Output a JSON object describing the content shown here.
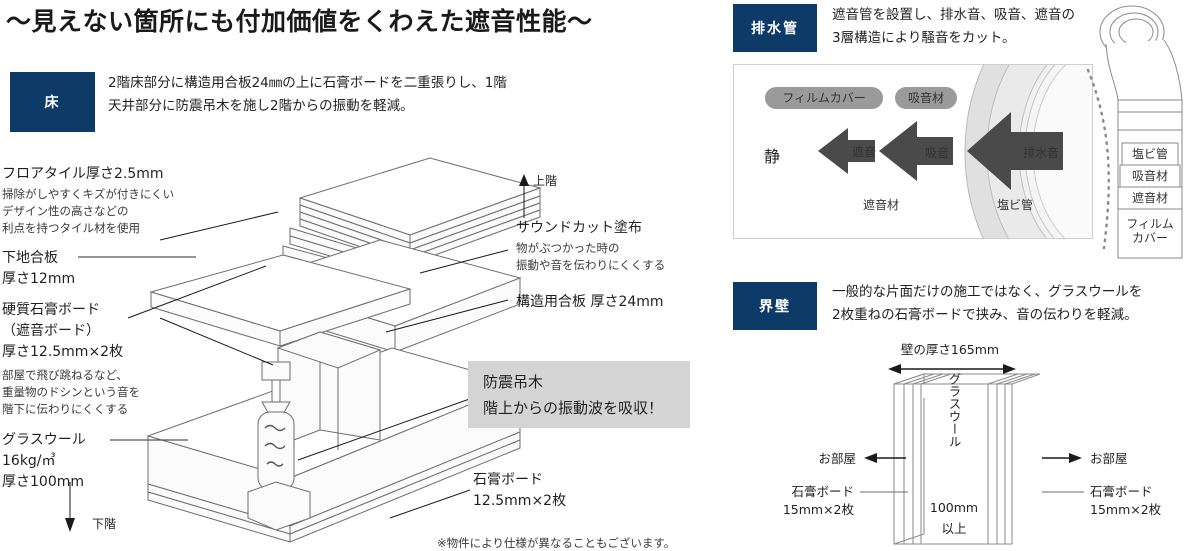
{
  "headline": "〜見えない箇所にも付加価値をくわえた遮音性能〜",
  "sections": {
    "floor": {
      "tag": "床",
      "desc_line1": "2階床部分に構造用合板24㎜の上に石膏ボードを二重張りし、1階",
      "desc_line2": "天井部分に防震吊木を施し2階からの振動を軽減。"
    },
    "pipe": {
      "tag": "排水管",
      "desc_line1": "遮音管を設置し、排水音、吸音、遮音の",
      "desc_line2": "3層構造により騒音をカット。"
    },
    "wall": {
      "tag": "界壁",
      "desc_line1": "一般的な片面だけの施工ではなく、グラスウールを",
      "desc_line2": "2枚重ねの石膏ボードで挟み、音の伝わりを軽減。"
    }
  },
  "floor_diagram": {
    "upper_arrow_label": "上階",
    "lower_arrow_label": "下階",
    "labels": {
      "floor_tile": "フロアタイル厚さ2.5mm",
      "floor_tile_sub_1": "掃除がしやすくキズが付きにくい",
      "floor_tile_sub_2": "デザイン性の高さなどの",
      "floor_tile_sub_3": "利点を持つタイル材を使用",
      "subfloor_1": "下地合板",
      "subfloor_2": "厚さ12mm",
      "hard_gypsum_1": "硬質石膏ボード",
      "hard_gypsum_2": "（遮音ボード）",
      "hard_gypsum_3": "厚さ12.5mm×2枚",
      "hard_gypsum_sub_1": "部屋で飛び跳ねるなど、",
      "hard_gypsum_sub_2": "重量物のドシンという音を",
      "hard_gypsum_sub_3": "階下に伝わりにくくする",
      "glasswool_1": "グラスウール",
      "glasswool_2": "16kg/㎥",
      "glasswool_3": "厚さ100mm",
      "soundcut": "サウンドカット塗布",
      "soundcut_sub_1": "物がぶつかった時の",
      "soundcut_sub_2": "振動や音を伝わりにくくする",
      "structural_ply": "構造用合板 厚さ24mm",
      "gypsum_1": "石膏ボード",
      "gypsum_2": "12.5mm×2枚"
    },
    "emphasis": {
      "line1": "防震吊木",
      "line2": "階上からの振動波を吸収！"
    },
    "footnote": "※物件により仕様が異なることもございます。"
  },
  "pipe_diagram": {
    "pills": [
      "フィルムカバー",
      "吸音材"
    ],
    "quiet_label": "静",
    "arrows": [
      "遮音",
      "吸音",
      "排水音"
    ],
    "bottom_labels": [
      "遮音材",
      "塩ビ管"
    ],
    "cutaway_layers": [
      "塩ビ管",
      "吸音材",
      "遮音材"
    ],
    "cutaway_outer_1": "フィルム",
    "cutaway_outer_2": "カバー"
  },
  "wall_diagram": {
    "thickness_label": "壁の厚さ165mm",
    "room_left": "お部屋",
    "room_right": "お部屋",
    "gypsum_left_1": "石膏ボード",
    "gypsum_left_2": "15mm×2枚",
    "gypsum_right_1": "石膏ボード",
    "gypsum_right_2": "15mm×2枚",
    "core_vertical": "グラスウール",
    "core_value": "100mm",
    "core_value_sub": "以上"
  },
  "colors": {
    "navy": "#0d3a66",
    "emphasis_bg": "#d4d4d4",
    "line": "#6e6e6e"
  }
}
